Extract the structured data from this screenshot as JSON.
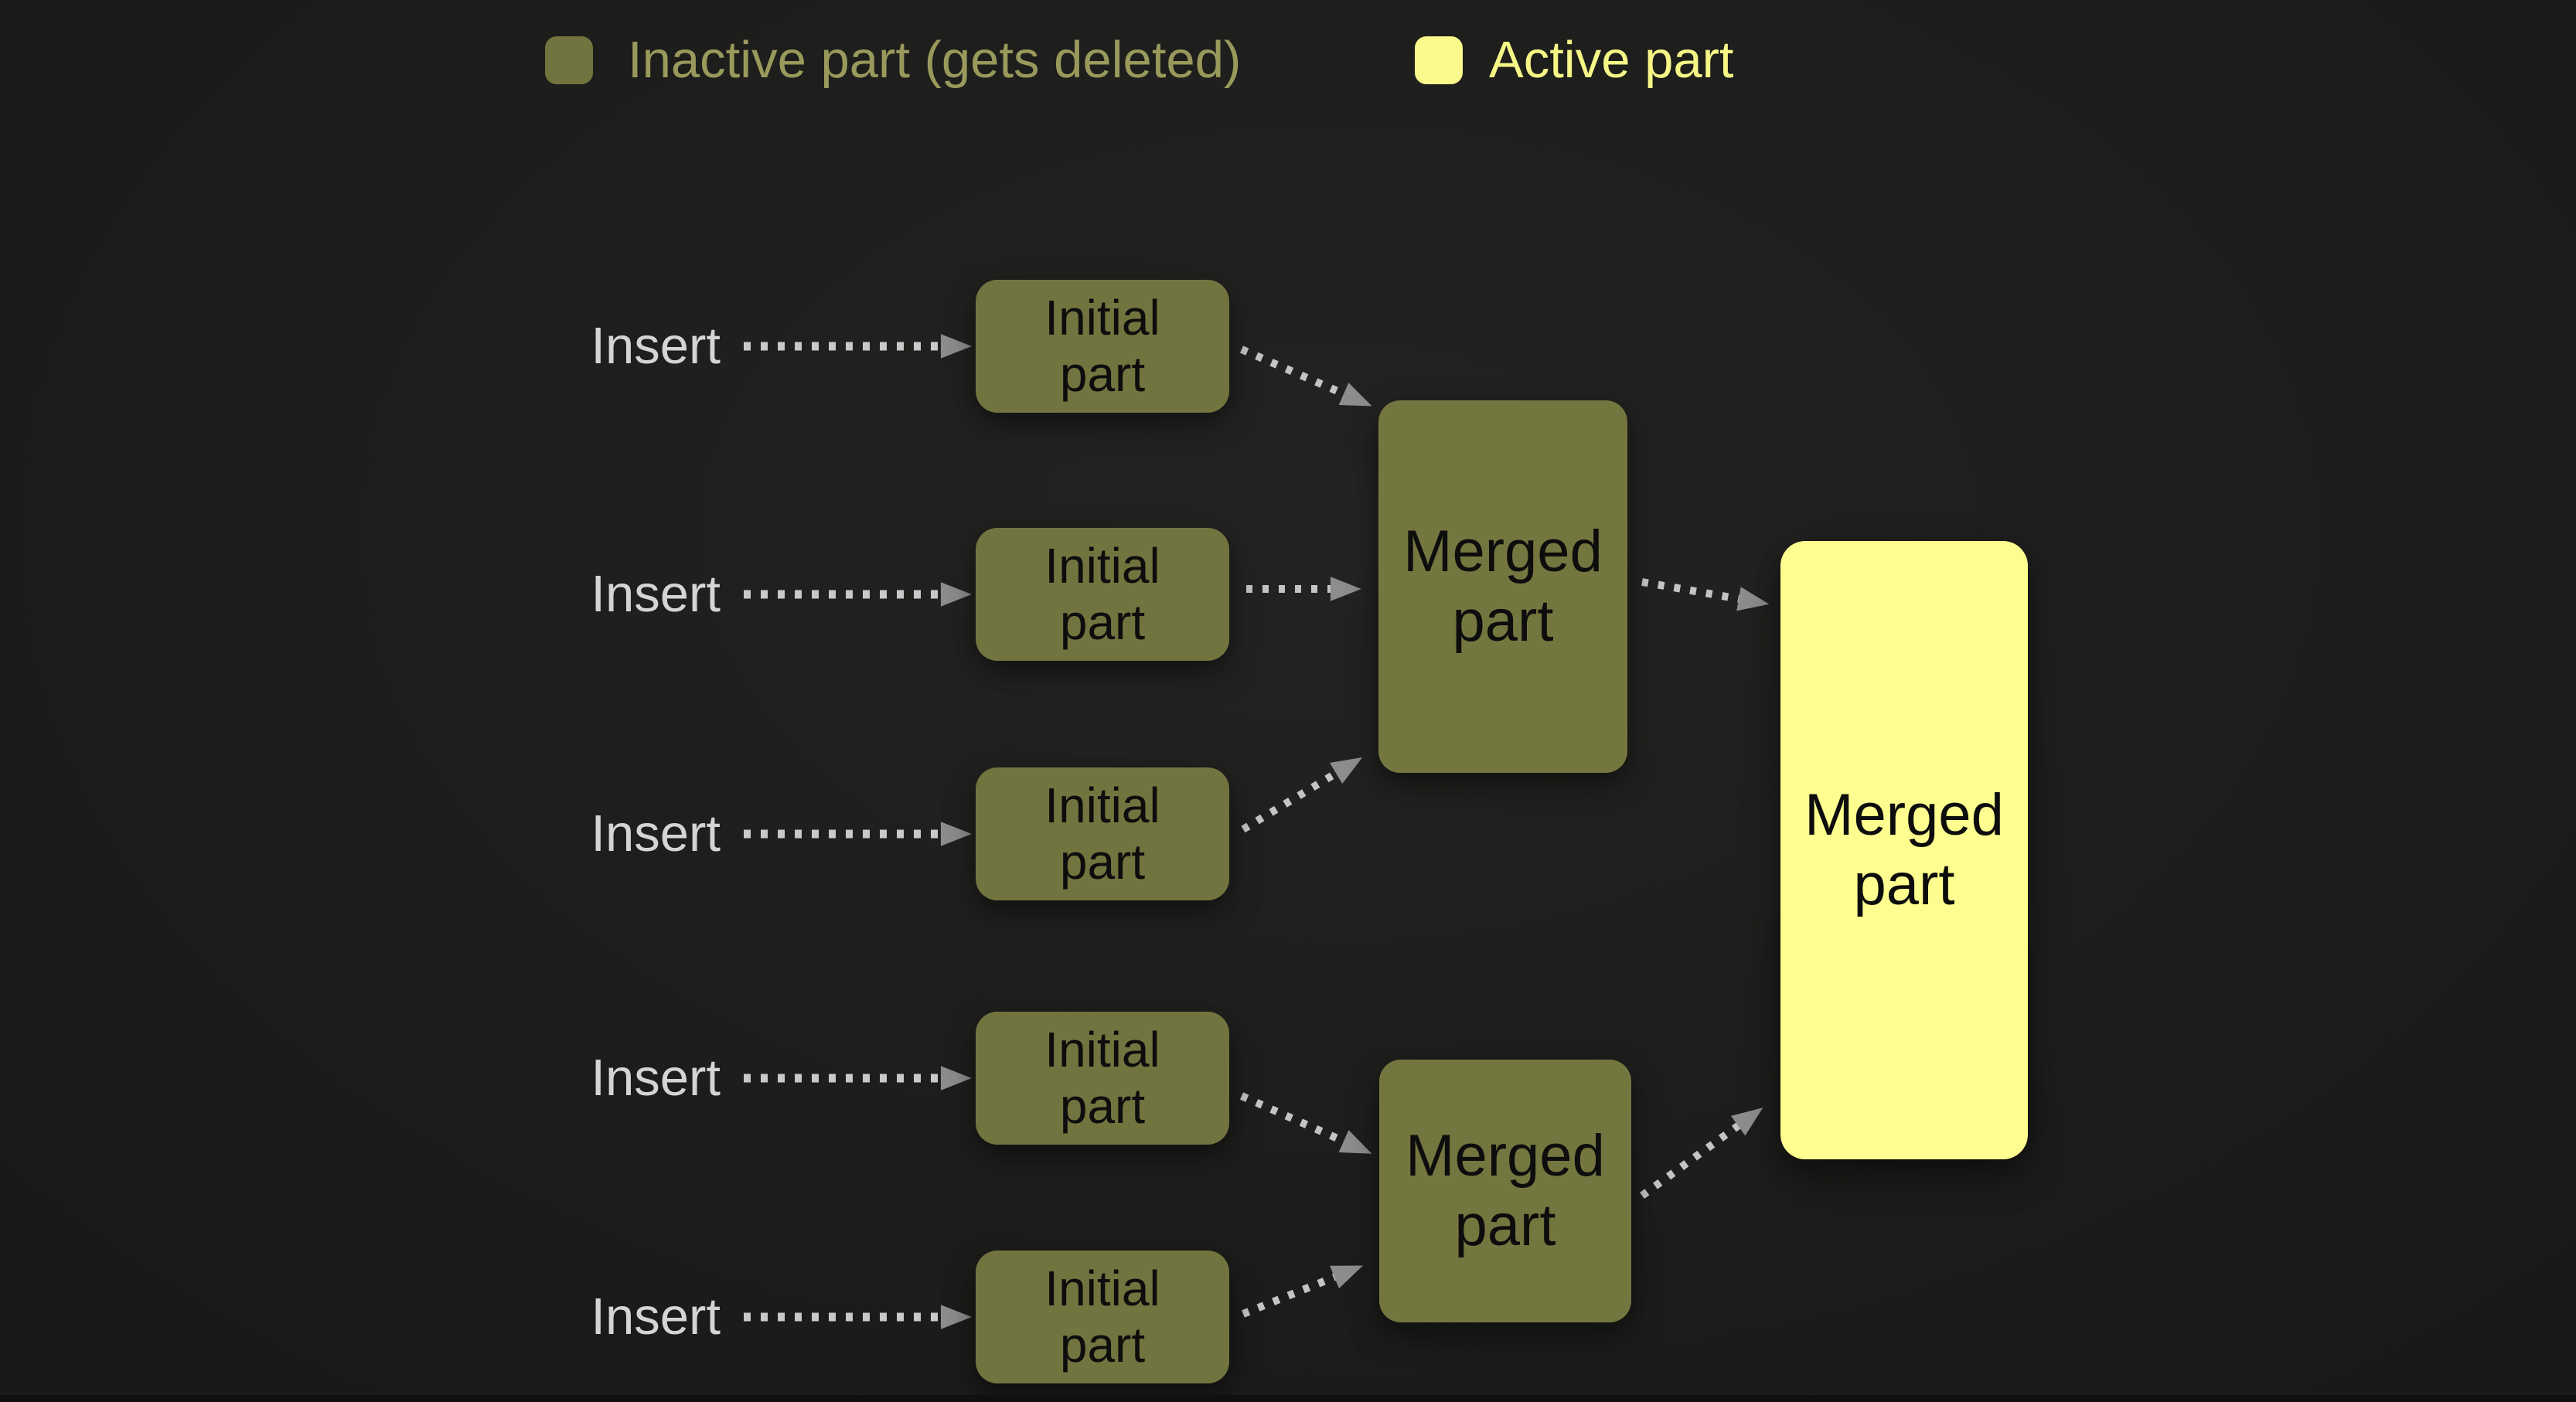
{
  "legend": {
    "inactive": {
      "label": "Inactive part (gets deleted)",
      "swatch_color": "#72743f",
      "text_color": "#99995c"
    },
    "active": {
      "label": "Active part",
      "swatch_color": "#f9f98c",
      "text_color": "#f6f687"
    }
  },
  "diagram": {
    "insert_label": "Insert",
    "initial_part_label": "Initial\npart",
    "merged_part_label": "Merged\npart",
    "inactive_box_color": "#72743f",
    "active_box_color": "#fdfe8f",
    "arrow_color": "#c6c6c6",
    "arrowhead_color": "#8d8d8d",
    "background_color": "#1c1c1a",
    "insert_count": 5,
    "first_merge_inputs": 3,
    "second_merge_inputs": 2
  }
}
